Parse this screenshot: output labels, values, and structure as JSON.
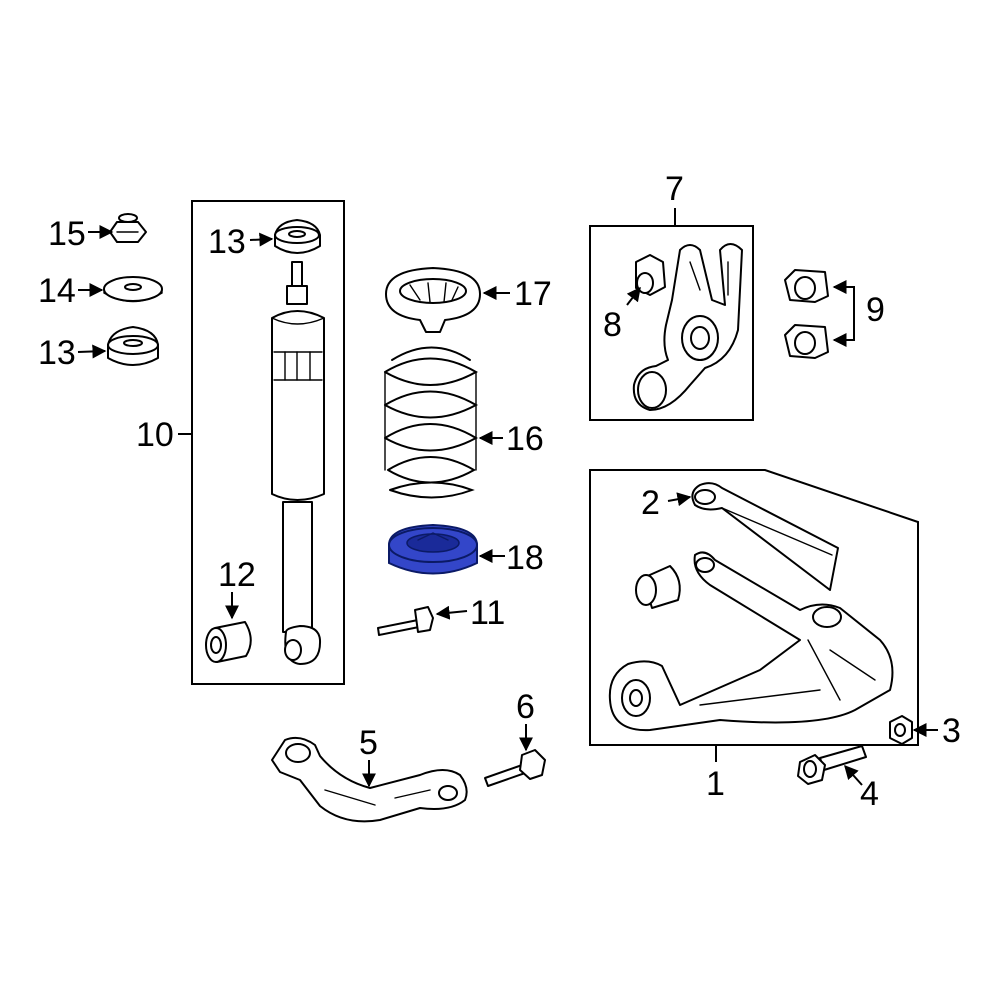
{
  "highlight_color": "#3346c9",
  "callouts": {
    "c1": "1",
    "c2": "2",
    "c3": "3",
    "c4": "4",
    "c5": "5",
    "c6": "6",
    "c7": "7",
    "c8": "8",
    "c9": "9",
    "c10": "10",
    "c11": "11",
    "c12": "12",
    "c13a": "13",
    "c13b": "13",
    "c14": "14",
    "c15": "15",
    "c16": "16",
    "c17": "17",
    "c18": "18"
  }
}
